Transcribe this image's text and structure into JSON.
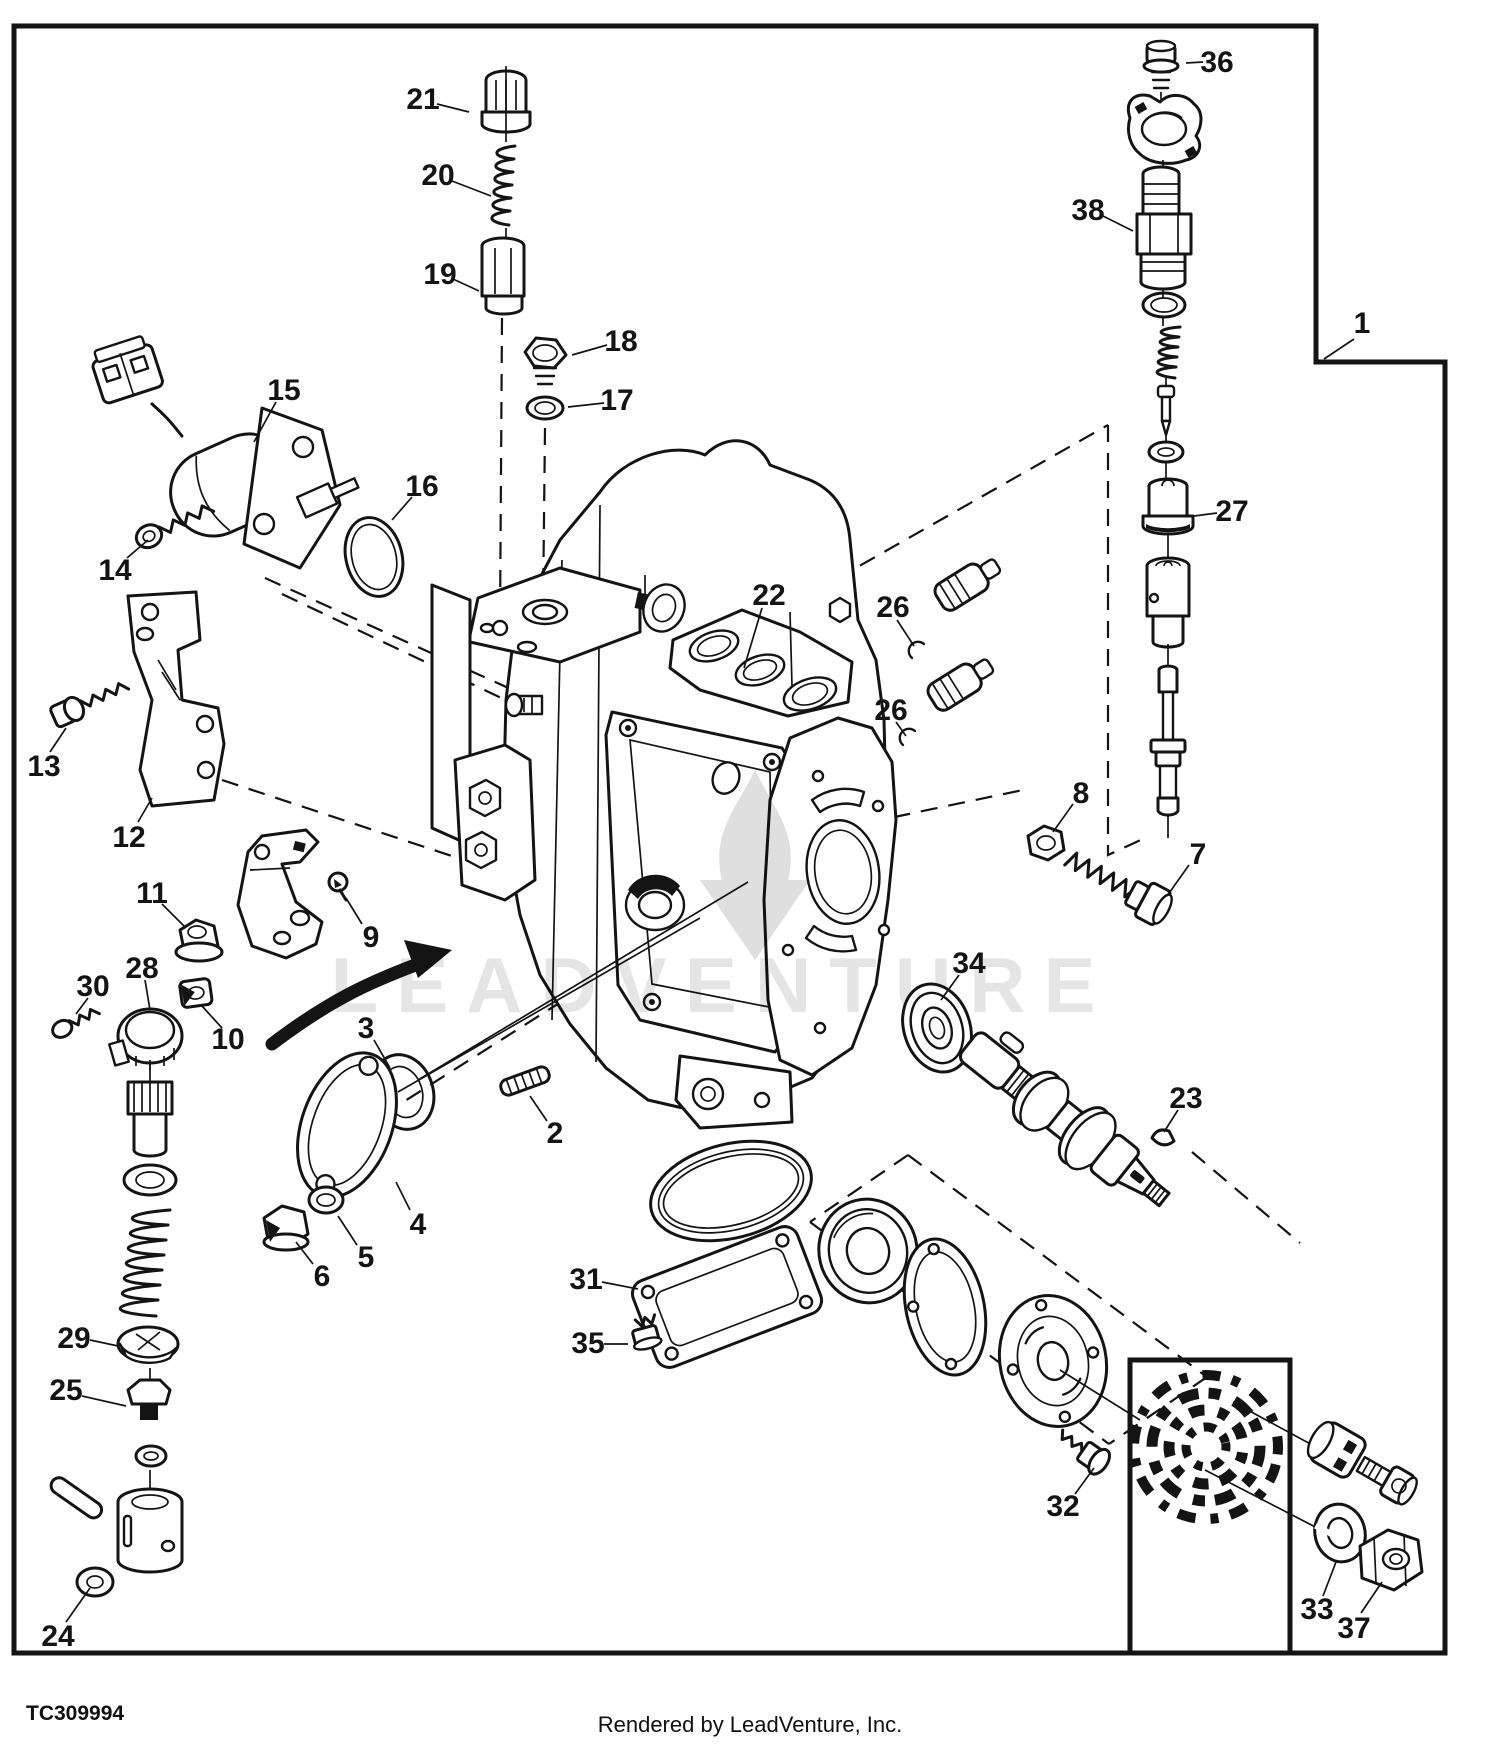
{
  "page": {
    "doc_code": "TC309994",
    "credit": "Rendered by LeadVenture, Inc.",
    "watermark": "LEADVENTURE"
  },
  "colors": {
    "line": "#141414",
    "watermark_grey": "rgba(0,0,0,0.10)"
  },
  "figure": {
    "type": "exploded-parts-diagram",
    "callout_count": 38
  },
  "callouts": [
    {
      "label": "1"
    },
    {
      "label": "2"
    },
    {
      "label": "3"
    },
    {
      "label": "4"
    },
    {
      "label": "5"
    },
    {
      "label": "6"
    },
    {
      "label": "7"
    },
    {
      "label": "8"
    },
    {
      "label": "9"
    },
    {
      "label": "10"
    },
    {
      "label": "11"
    },
    {
      "label": "12"
    },
    {
      "label": "13"
    },
    {
      "label": "14"
    },
    {
      "label": "15"
    },
    {
      "label": "16"
    },
    {
      "label": "17"
    },
    {
      "label": "18"
    },
    {
      "label": "19"
    },
    {
      "label": "20"
    },
    {
      "label": "21"
    },
    {
      "label": "22"
    },
    {
      "label": "23"
    },
    {
      "label": "24"
    },
    {
      "label": "25"
    },
    {
      "label": "26"
    },
    {
      "label": "26"
    },
    {
      "label": "27"
    },
    {
      "label": "28"
    },
    {
      "label": "29"
    },
    {
      "label": "30"
    },
    {
      "label": "31"
    },
    {
      "label": "32"
    },
    {
      "label": "33"
    },
    {
      "label": "34"
    },
    {
      "label": "35"
    },
    {
      "label": "36"
    },
    {
      "label": "37"
    },
    {
      "label": "38"
    }
  ]
}
